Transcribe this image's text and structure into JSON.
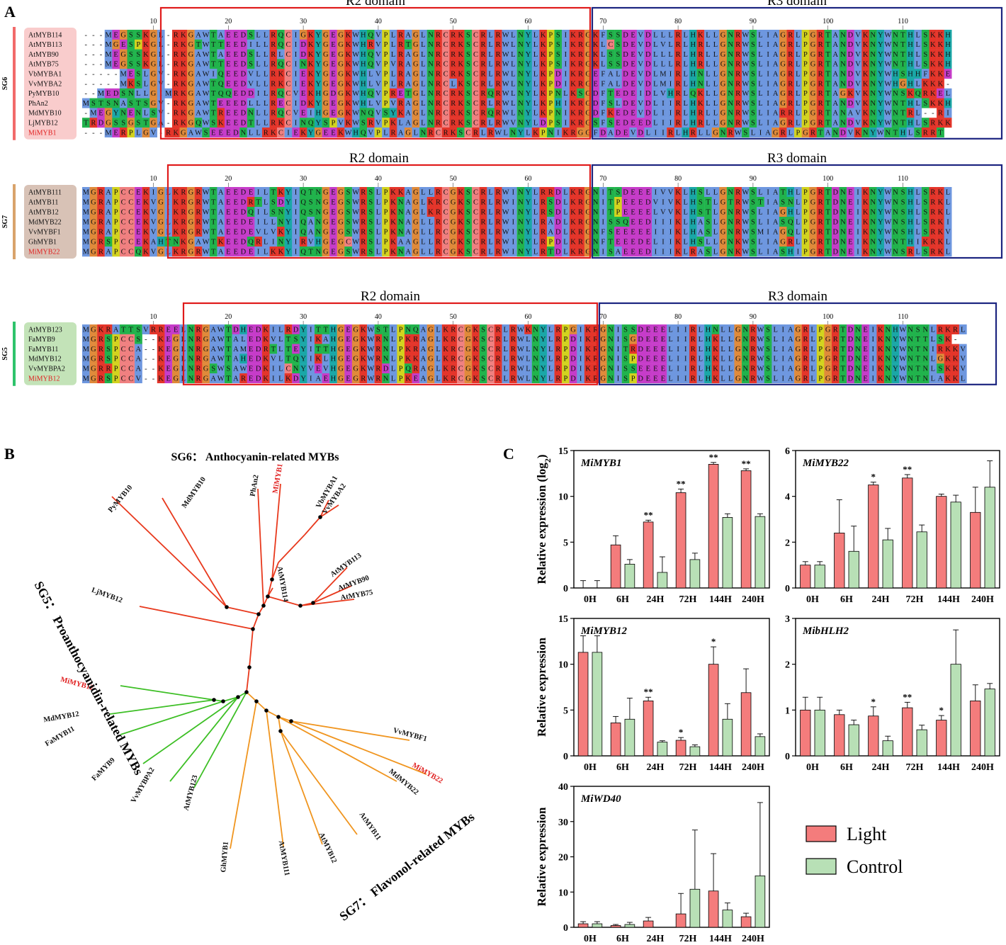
{
  "panels": {
    "A": "A",
    "B": "B",
    "C": "C"
  },
  "alignment": {
    "ruler": [
      "10",
      "20",
      "30",
      "40",
      "50",
      "60",
      "70",
      "80",
      "90",
      "100",
      "110"
    ],
    "groups": [
      {
        "label": "SG6",
        "color": "#f26a6a",
        "box": "#f9cccc",
        "r2": "R2 domain",
        "r3": "R3 domain",
        "rows": [
          {
            "name": "AtMYB114",
            "red": false,
            "seq": "---MEGSSKGL-RKGAWTAEEDSLLRQCIGKYGEGKWHQVPLRAGLNRCRKSCRLRWLNYLKPSIKRGKFSSDEVDLLLRLHKLLGNRWSLIAGRLPGRTANDVKNYWNTHLSKKH"
          },
          {
            "name": "AtMYB113",
            "red": false,
            "seq": "---MGESPKGL-RKGTWTTEEDILLRQCIDKYGEGKWHRVPLRTGLNRCRKSCRLRWLNYLKPSIKRGKLCSDEVDLVLRLHRLLGNRWSLIAGRLPGRTANDVKNYWNTHLSKKH"
          },
          {
            "name": "AtMYB90",
            "red": false,
            "seq": "---MEGSSKGL-RKGAWTAEEDSLLRLCIDKYGEGKWHQVPLRAGLNRCRKSCRLRWLNYLKPSIKRGKLSSDEVDLLLRLHRLLGNRWSLIAGRLPGRTANDVKNYWNTHLSKKH"
          },
          {
            "name": "AtMYB75",
            "red": false,
            "seq": "---MEGSSKGL-RKGAWTTEEDSLLRQCINKYGEGKWHQVPVRAGLNRCRKSCRLRWLNYLKPSIKRGKLSSDEVDLLLRLHRLLGNRWSLIAGRLPGRTANDVKNYWNTHLSKKH"
          },
          {
            "name": "VbMYBA1",
            "red": false,
            "seq": "-----MESLGV-RKGAWIQEEDVLLRKCIEKYGEGKWHLVPLRAGLNRCRKSCRLRWLNYLKPDIKRGEFALDEVDLMIRLHNLLGNRWSLIAGRLPGRTANDVKNYWHSHHFKKE"
          },
          {
            "name": "VvMYBA2",
            "red": false,
            "seq": "-----MKSLGV-RKGAWTQEEDVLLRKCIEKYGEGKWHLVPLRAGLNRCLKSCRLRWLNYLKPDIKRGEFALDEVDLMIRLHNLLGNRWSLIAGRLPGRTANDVKNYWHGHLKKK-"
          },
          {
            "name": "PyMYB10",
            "red": false,
            "seq": "--MEDSNLLGIMRKGAWTQQEDDILRQCVEKHGDGKWHQVPRETGLNRCRKSCRQRWLNYLKPNLKSGDFTEDEIDLVHRLQKLLGNRWSLIAGRLPGRTAGKVKNYWNSKQRKEL"
          },
          {
            "name": "PhAn2",
            "red": false,
            "seq": "MSTSNASTSGV-RKGAWTEEEDLLLRECIDKYGEGKWHLVPVRAGLNRCRKSCRLRWLNYLKPHIKRGDFSLDEVDLIIRLHKLLGNRWSLIAGRLPGRTANDVKNYWNTHLSKKH"
          },
          {
            "name": "MdMYB10",
            "red": false,
            "seq": "-MEGYNENLSV-RKGAWTREEDNLLRQCVEIHGEGKWNQVSYKAGLNRCRKSCRQRWLNYLKPNIKRGDFKEDEVDLIIRLHRLLGNRWSLIARRLPGRTANAVKNYWNTRL--RI"
          },
          {
            "name": "LjMYB12",
            "red": false,
            "seq": "TRDGSSGSTGA-RKGQWSKEEDTLLRKCINQYSPVKWSRVPKLAGLNRCRKSCRLRWVNYLDPSIKRGSFSEDEEDLIIRLHRLLGNRWSLIAGRLPGRTANDVKNYWNTHLSRKK"
          },
          {
            "name": "MiMYB1",
            "red": true,
            "seq": "---MERPLGV-RKGAWSEEEDNLLRKCIEKYGEEKWHQVPLRAGLNRCRKSCRLRWLNYLKPNIKRGGFDADEVDLIIRLHRLLGNRWSLIAGRLPGRTANDVKNYWNTHLSRRT"
          }
        ]
      },
      {
        "label": "SG7",
        "color": "#d9a36b",
        "box": "#d8c2b6",
        "r2": "R2 domain",
        "r3": "R3 domain",
        "rows": [
          {
            "name": "AtMYB111",
            "red": false,
            "seq": "MGRAPCCEKIGLKRGRWTAEEDEILTKYIQTNGEGSWRSLPKKAGLLRCGKSCRLRWINYLRRDLKRGNITSDEEEIVVKLHSLLGNRWSLIATHLPGRTDNEIKNYWNSHLSRKL"
          },
          {
            "name": "AtMYB11",
            "red": false,
            "seq": "MGRAPCCEKVGIKRGRWTAEEDRTLSDYIQSNGEGSWRSLPKNAGLKRCGKSCRLRWINYLRSDLKRGNITPEEEDVIVKLHSTLGTRWSTIASNLPGRTDNEIKNYWNSHLSRKL"
          },
          {
            "name": "AtMYB12",
            "red": false,
            "seq": "MGRAPCCEKVGIKRGRWTAEEDQILSNYIQSNGEGSWRSLPKNAGLKRCGKSCRLRWINYLRSDLKRGNITPEEEELVVKLHSTLGNRWSLIAGHLPGRTDNEIKNYWNSHLSRKL"
          },
          {
            "name": "MdMYB22",
            "red": false,
            "seq": "MGRAPCCEKVGLKRGRWTAEEDEILLNYIQANGEGSWRSLPKNAGLLRCGKSCRLRWINYLRADLKRGNISSQEEDIIIKLHASLGNRWSLIASQLPGRTDNEIKNYWNSHLSRKI"
          },
          {
            "name": "VvMYBF1",
            "red": false,
            "seq": "MGRAPCCEKVGLKRGRWTAEEDEVLVKYIQANGEGSWRSLPKNAGLLRCGKSCRLRWINYLRADLKRGNFSEEEEEIIIKLHASLGNRWSMIAGQLPGRTDNEIKNYWNSHLSRKV"
          },
          {
            "name": "GhMYB1",
            "red": false,
            "seq": "MGRSPCCEKAHTNKGAWTKEEDQRLINYIRVHGEGCWRSLPKAAGLLRCGKSCRLRWINYLRPDLKRGNFTEEEDELIIKLHSLLGNKWSLIAGRLPGRTDNEIKNYWNTHIKRKL"
          },
          {
            "name": "MiMYB22",
            "red": true,
            "seq": "MGRAPCCQKVGLKRGRWTAEEDEILKKYIQTNGEGSWRSLPKNAGLLRCGKSCRLRWINYLRTDLKRGNISAEEEDIIIKLRASLGNKWSLIASHIPGRTDNEIKNYWNSRLSRKL"
          }
        ]
      },
      {
        "label": "SG5",
        "color": "#2ec36b",
        "box": "#c3e3b8",
        "r2": "R2 domain",
        "r3": "R3 domain",
        "rows": [
          {
            "name": "AtMYB123",
            "red": false,
            "seq": "MGKRATTSVRREELNRGAWTDHEDKILRDYITTHGEGKWSTLPNQAGLKRCGKSCRLRWKNYLRPGIKRGNISSDEEELIIRLHNLLGNRWSLIAGRLPGRTDNEIKNHWNSNLRKRL"
          },
          {
            "name": "FaMYB9",
            "red": false,
            "seq": "MGRSPCCS--KEGLNRGAWTALEDKVLTSYIKAHGEGKWRNLPKRAGLKRCGKSCRLRWLNYLRPDIKRGNISGDEEELIIRLHKLLGNRWSLIAGRLPGRTDNEIKNYWNTTLSK-"
          },
          {
            "name": "FaMYB11",
            "red": false,
            "seq": "MGRSPCCA--KEGLNRGAWTAMEDRTLTEYITTHGEGKWRNLPKRAGLKRCGKSCRLRWLNYLRPDIKRGNITRDEEELIIRLHKLLGNRWSLIAGRLPGRTDNEIKNYWNTNIRKKV"
          },
          {
            "name": "MdMYB12",
            "red": false,
            "seq": "MGRSPCCA--KEGLNRGAWTAHEDKVLTQYIKLHGEGKWRNLPKKAGLKRCGKSCRLRWLNYLRPDIKRGNISPDEEELIIRLHKLLGNRWSLIAGRLPGRTDNEIKNYWNTNLGKKV"
          },
          {
            "name": "VvMYBPA2",
            "red": false,
            "seq": "MGRRPCCA--KEGLNRGSWSAWEDKILCNYVEVHGEGKWRDLPQRAGLKRCGKSCRLRWLNYLRPDIKRGNISSEEEELIIRLHKLLGNRWSLIAGRLPGRTDNEIKNYWNTNLSKKV"
          },
          {
            "name": "MiMYB12",
            "red": true,
            "seq": "MGRSPCCV--KEGLNRGAWTAREDKILKDYIAEHGEGRWRNLPKEAGLKRCGKSCRLRWLNYLRPDIKRGNISPDEEELIIRLHKLLGNRWSLIAGRLPGRTDNEIKNYWNTNLAKKL"
          }
        ]
      }
    ]
  },
  "tree": {
    "groups": [
      {
        "id": "SG6",
        "title": "SG6： Anthocyanin-related MYBs",
        "color": "#e8391d"
      },
      {
        "id": "SG5",
        "title": "SG5： Proanthocyanidin-related MYBs",
        "color": "#3dbf25"
      },
      {
        "id": "SG7",
        "title": "SG7： Flavonol-related MYBs",
        "color": "#f0951f"
      }
    ],
    "leaves": [
      {
        "name": "PyMYB10",
        "red": false
      },
      {
        "name": "MdMYB10",
        "red": false
      },
      {
        "name": "PhAn2",
        "red": false
      },
      {
        "name": "MiMYB1",
        "red": true
      },
      {
        "name": "VbMYBA1",
        "red": false
      },
      {
        "name": "VvMYBA2",
        "red": false
      },
      {
        "name": "AtMYB113",
        "red": false
      },
      {
        "name": "AtMYB90",
        "red": false
      },
      {
        "name": "AtMYB75",
        "red": false
      },
      {
        "name": "AtMYB114",
        "red": false
      },
      {
        "name": "LjMYB12",
        "red": false
      },
      {
        "name": "MiMYB12",
        "red": true
      },
      {
        "name": "MdMYB12",
        "red": false
      },
      {
        "name": "FaMYB11",
        "red": false
      },
      {
        "name": "FaMYB9",
        "red": false
      },
      {
        "name": "VvMYBPA2",
        "red": false
      },
      {
        "name": "AtMYB123",
        "red": false
      },
      {
        "name": "GhMYB1",
        "red": false
      },
      {
        "name": "AtMYB111",
        "red": false
      },
      {
        "name": "AtMYB12",
        "red": false
      },
      {
        "name": "AtMYB11",
        "red": false
      },
      {
        "name": "MdMYB22",
        "red": false
      },
      {
        "name": "MiMYB22",
        "red": true
      },
      {
        "name": "VvMYBF1",
        "red": false
      }
    ]
  },
  "chart_data": [
    {
      "type": "bar",
      "title": "MiMYB1",
      "ylabel": "Relative expression (log2)",
      "categories": [
        "0H",
        "6H",
        "24H",
        "72H",
        "144H",
        "240H"
      ],
      "ylim": [
        0,
        15
      ],
      "yticks": [
        "0",
        "5",
        "10",
        "15"
      ],
      "series": [
        {
          "name": "Light",
          "values": [
            0,
            4.7,
            7.2,
            10.4,
            13.5,
            12.8
          ],
          "errors": [
            0.8,
            1.0,
            0.2,
            0.4,
            0.2,
            0.2
          ]
        },
        {
          "name": "Control",
          "values": [
            0,
            2.6,
            1.7,
            3.1,
            7.7,
            7.8
          ],
          "errors": [
            0.8,
            0.5,
            1.7,
            0.7,
            0.4,
            0.3
          ]
        }
      ],
      "significance": [
        "",
        "",
        "**",
        "**",
        "**",
        "**"
      ]
    },
    {
      "type": "bar",
      "title": "MiMYB22",
      "ylabel": "",
      "categories": [
        "0H",
        "6H",
        "24H",
        "72H",
        "144H",
        "240H"
      ],
      "ylim": [
        0,
        6
      ],
      "yticks": [
        "0",
        "2",
        "4",
        "6"
      ],
      "series": [
        {
          "name": "Light",
          "values": [
            1.0,
            2.4,
            4.5,
            4.8,
            4.0,
            3.3
          ],
          "errors": [
            0.15,
            1.45,
            0.12,
            0.15,
            0.1,
            1.1
          ]
        },
        {
          "name": "Control",
          "values": [
            1.0,
            1.6,
            2.1,
            2.45,
            3.75,
            4.4
          ],
          "errors": [
            0.15,
            1.1,
            0.5,
            0.3,
            0.3,
            1.15
          ]
        }
      ],
      "significance": [
        "",
        "",
        "*",
        "**",
        "",
        ""
      ]
    },
    {
      "type": "bar",
      "title": "MiMYB12",
      "ylabel": "Relative expression",
      "categories": [
        "0H",
        "6H",
        "24H",
        "72H",
        "144H",
        "240H"
      ],
      "ylim": [
        0,
        15
      ],
      "yticks": [
        "0",
        "5",
        "10",
        "15"
      ],
      "series": [
        {
          "name": "Light",
          "values": [
            11.3,
            3.6,
            6.0,
            1.7,
            10.0,
            6.9
          ],
          "errors": [
            1.8,
            0.7,
            0.4,
            0.3,
            1.9,
            2.6
          ]
        },
        {
          "name": "Control",
          "values": [
            11.3,
            4.0,
            1.5,
            1.0,
            4.0,
            2.1
          ],
          "errors": [
            1.8,
            2.3,
            0.15,
            0.2,
            1.7,
            0.3
          ]
        }
      ],
      "significance": [
        "",
        "",
        "**",
        "*",
        "*",
        ""
      ]
    },
    {
      "type": "bar",
      "title": "MibHLH2",
      "ylabel": "",
      "categories": [
        "0H",
        "6H",
        "24H",
        "72H",
        "144H",
        "240H"
      ],
      "ylim": [
        0,
        3
      ],
      "yticks": [
        "0",
        "1",
        "2",
        "3"
      ],
      "series": [
        {
          "name": "Light",
          "values": [
            1.0,
            0.9,
            0.87,
            1.05,
            0.78,
            1.2
          ],
          "errors": [
            0.28,
            0.1,
            0.2,
            0.12,
            0.1,
            0.35
          ]
        },
        {
          "name": "Control",
          "values": [
            1.0,
            0.68,
            0.33,
            0.57,
            2.0,
            1.46
          ],
          "errors": [
            0.28,
            0.1,
            0.1,
            0.1,
            0.75,
            0.12
          ]
        }
      ],
      "significance": [
        "",
        "",
        "*",
        "**",
        "*",
        ""
      ]
    },
    {
      "type": "bar",
      "title": "MiWD40",
      "ylabel": "Relative expression",
      "categories": [
        "0H",
        "6H",
        "24H",
        "72H",
        "144H",
        "240H"
      ],
      "ylim": [
        0,
        40
      ],
      "yticks": [
        "0",
        "10",
        "20",
        "30",
        "40"
      ],
      "series": [
        {
          "name": "Light",
          "values": [
            1.0,
            0.5,
            1.8,
            3.8,
            10.3,
            3.0
          ],
          "errors": [
            0.6,
            0.3,
            1.0,
            5.8,
            10.6,
            1.0
          ]
        },
        {
          "name": "Control",
          "values": [
            1.0,
            0.8,
            0.0,
            10.8,
            4.9,
            14.6
          ],
          "errors": [
            0.6,
            0.6,
            0.0,
            16.8,
            2.0,
            20.8
          ]
        }
      ],
      "significance": [
        "",
        "",
        "",
        "",
        "",
        ""
      ]
    }
  ],
  "legend": {
    "light": "Light",
    "control": "Control",
    "light_color": "#f47c7c",
    "control_color": "#b8e0b6"
  }
}
